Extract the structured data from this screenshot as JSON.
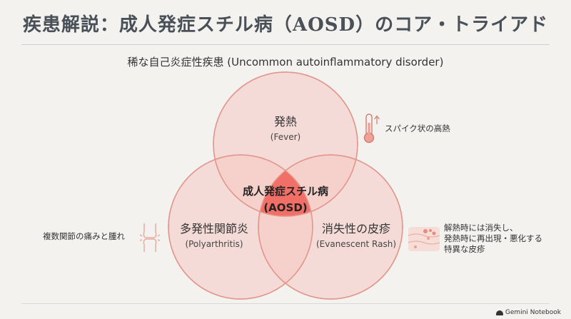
{
  "title": "疾患解説：成人発症スチル病（AOSD）のコア・トライアド",
  "subtitle": "稀な自己炎症性疾患 (Uncommon autoinflammatory disorder)",
  "circles": {
    "top": {
      "label": "発熱",
      "label_en": "(Fever)"
    },
    "left": {
      "label": "多発性関節炎",
      "label_en": "(Polyarthritis)"
    },
    "right": {
      "label": "消失性の皮疹",
      "label_en": "(Evanescent Rash)"
    }
  },
  "center": {
    "label": "成人発症スチル病",
    "label_en": "(AOSD)"
  },
  "annotations": {
    "fever": "スパイク状の高熱",
    "joint": "複数関節の痛みと腫れ",
    "rash": [
      "解熱時には消失し、",
      "発熱時に再出現・悪化する",
      "特異な皮疹"
    ]
  },
  "icons": {
    "fever": "thermometer-icon",
    "joint": "knee-joint-icon",
    "rash": "skin-rash-icon"
  },
  "colors": {
    "circle_fill": "#f6c9c3",
    "circle_stroke": "#e2978c",
    "center_fill": "#f2655c",
    "title": "#4a5058"
  },
  "badge": "Gemini Notebook"
}
